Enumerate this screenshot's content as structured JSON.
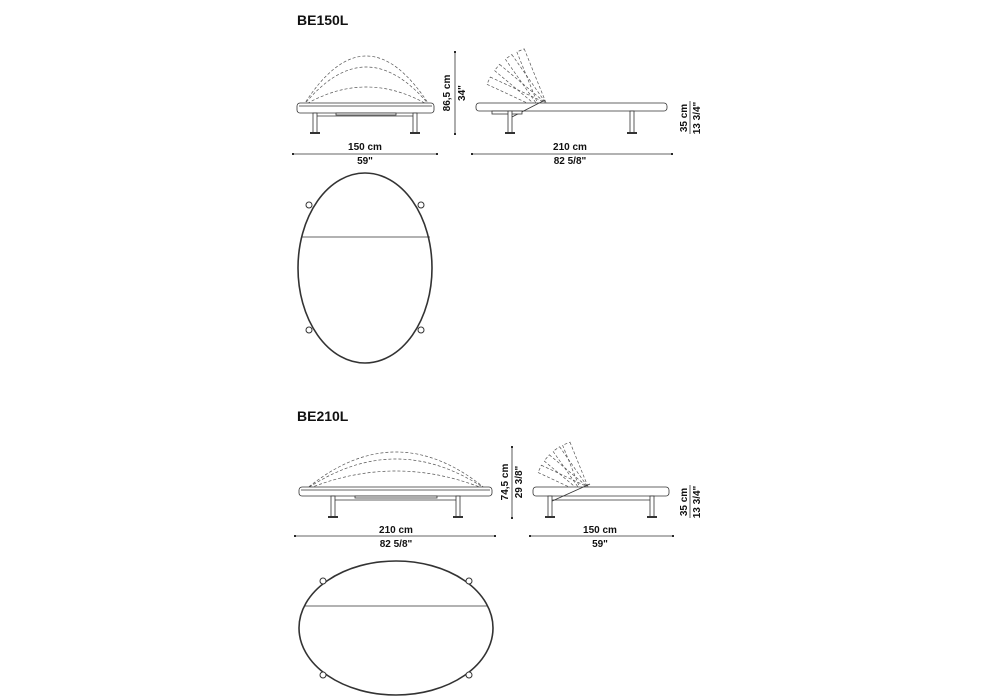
{
  "models": [
    {
      "name": "BE150L",
      "front_width_cm": "150 cm",
      "front_width_in": "59\"",
      "height_cm": "86,5 cm",
      "height_in": "34\"",
      "side_length_cm": "210 cm",
      "side_length_in": "82 5/8\"",
      "seat_height_cm": "35 cm",
      "seat_height_in": "13 3/4\""
    },
    {
      "name": "BE210L",
      "front_width_cm": "210 cm",
      "front_width_in": "82 5/8\"",
      "height_cm": "74,5 cm",
      "height_in": "29 3/8\"",
      "side_length_cm": "150 cm",
      "side_length_in": "59\"",
      "seat_height_cm": "35 cm",
      "seat_height_in": "13 3/4\""
    }
  ]
}
